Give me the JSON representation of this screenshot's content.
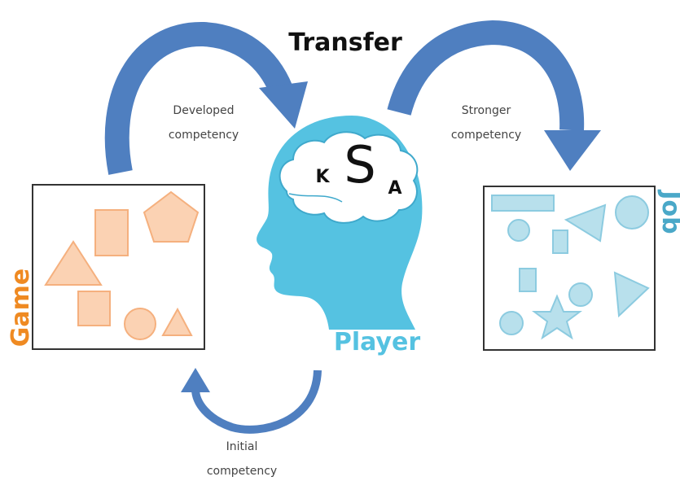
{
  "title": "Transfer",
  "captions": {
    "developed_1": "Developed",
    "developed_2": "competency",
    "stronger_1": "Stronger",
    "stronger_2": "competency",
    "initial_1": "Initial",
    "initial_2": "competency"
  },
  "labels": {
    "game": "Game",
    "job": "Job",
    "player": "Player"
  },
  "ksa": {
    "k": "K",
    "s": "S",
    "a": "A"
  },
  "colors": {
    "arrow": "#4f7fc0",
    "game_text": "#ef8a22",
    "game_fill": "#fbd2b3",
    "game_stroke": "#f5b07e",
    "job_text": "#4aa8c8",
    "job_fill": "#b8e0ec",
    "job_stroke": "#8ccbe0",
    "head": "#55c2e1",
    "player_text": "#55c2e1"
  }
}
